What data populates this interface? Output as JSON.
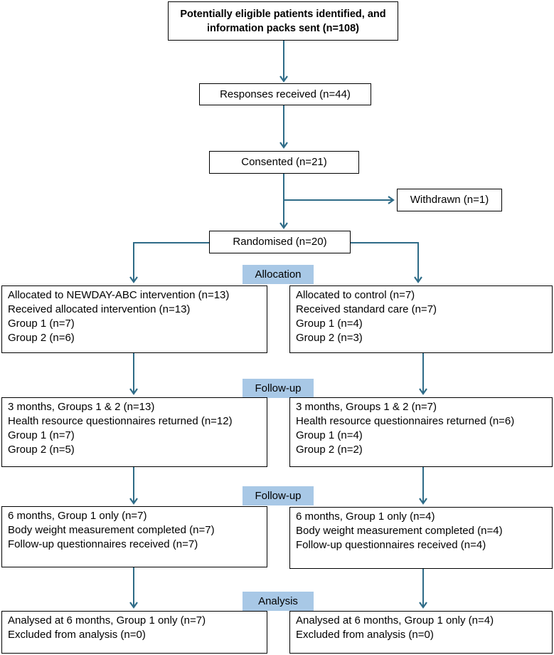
{
  "colors": {
    "arrow": "#2e6b87",
    "stage_band": "#a8c8e6",
    "box_border": "#000000"
  },
  "top": {
    "identified": [
      "Potentially eligible patients identified, and",
      "information packs sent (n=108)"
    ],
    "responses": "Responses received (n=44)",
    "consented": "Consented (n=21)",
    "withdrawn": "Withdrawn (n=1)",
    "randomised": "Randomised (n=20)"
  },
  "stages": {
    "allocation": "Allocation",
    "followup1": "Follow-up",
    "followup2": "Follow-up",
    "analysis": "Analysis"
  },
  "intervention": {
    "allocation": [
      "Allocated to NEWDAY-ABC intervention (n=13)",
      "Received allocated intervention (n=13)",
      "Group 1 (n=7)",
      "Group 2 (n=6)"
    ],
    "followup_3m": [
      "3 months, Groups 1 & 2 (n=13)",
      "Health resource questionnaires returned (n=12)",
      "Group 1 (n=7)",
      "Group 2 (n=5)"
    ],
    "followup_6m": [
      "6 months, Group 1 only (n=7)",
      "Body weight measurement completed (n=7)",
      "Follow-up questionnaires received (n=7)"
    ],
    "analysis": [
      "Analysed at 6 months, Group 1 only (n=7)",
      "Excluded from analysis (n=0)"
    ]
  },
  "control": {
    "allocation": [
      "Allocated to control (n=7)",
      "Received standard care (n=7)",
      "Group 1 (n=4)",
      "Group 2 (n=3)"
    ],
    "followup_3m": [
      "3 months, Groups 1 & 2 (n=7)",
      "Health resource questionnaires returned (n=6)",
      "Group 1 (n=4)",
      "Group 2 (n=2)"
    ],
    "followup_6m": [
      "6 months, Group 1 only (n=4)",
      "Body weight measurement completed (n=4)",
      "Follow-up questionnaires received (n=4)"
    ],
    "analysis": [
      "Analysed at 6 months, Group 1 only (n=4)",
      "Excluded from analysis (n=0)"
    ]
  }
}
